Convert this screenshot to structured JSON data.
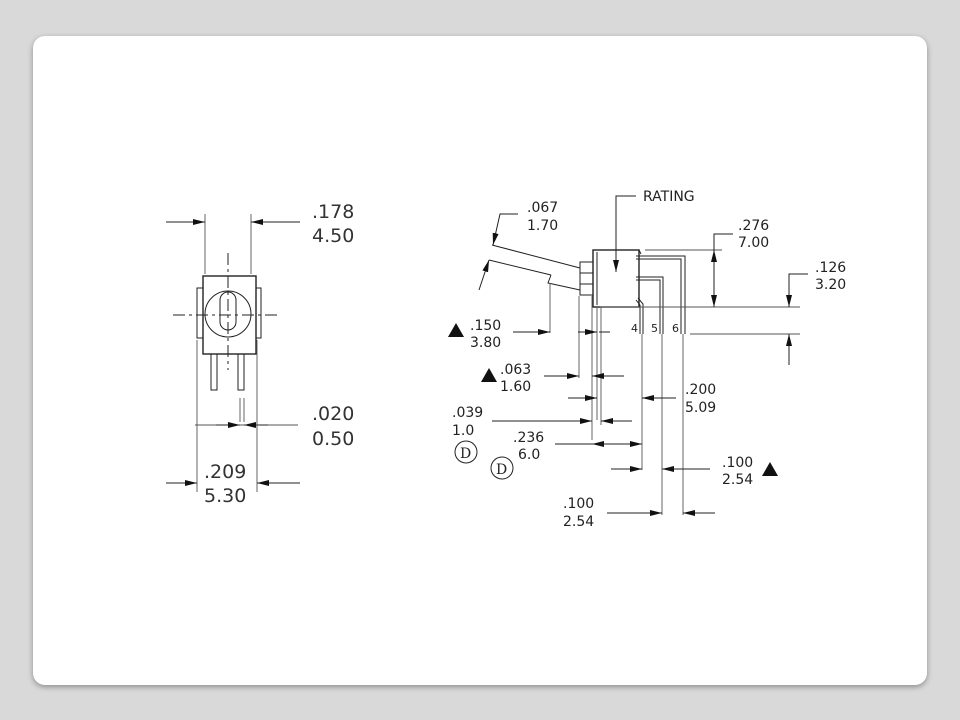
{
  "front_view": {
    "width_top": {
      "inch": ".178",
      "mm": "4.50"
    },
    "pin_width": {
      "inch": ".020",
      "mm": "0.50"
    },
    "width_overall": {
      "inch": ".209",
      "mm": "5.30"
    }
  },
  "side_view": {
    "rating_label": "RATING",
    "lever_width": {
      "inch": ".067",
      "mm": "1.70"
    },
    "body_height": {
      "inch": ".276",
      "mm": "7.00"
    },
    "pin_length": {
      "inch": ".126",
      "mm": "3.20"
    },
    "lever_offset": {
      "inch": ".150",
      "mm": "3.80"
    },
    "bushing": {
      "inch": ".063",
      "mm": "1.60"
    },
    "pin_spacing_200": {
      "inch": ".200",
      "mm": "5.09"
    },
    "dim_039": {
      "inch": ".039",
      "mm": "1.0"
    },
    "dim_236": {
      "inch": ".236",
      "mm": "6.0"
    },
    "pin_pitch_a": {
      "inch": ".100",
      "mm": "2.54"
    },
    "pin_pitch_b": {
      "inch": ".100",
      "mm": "2.54"
    },
    "pin_labels": [
      "4",
      "5",
      "6"
    ],
    "datum_symbol": "D"
  }
}
